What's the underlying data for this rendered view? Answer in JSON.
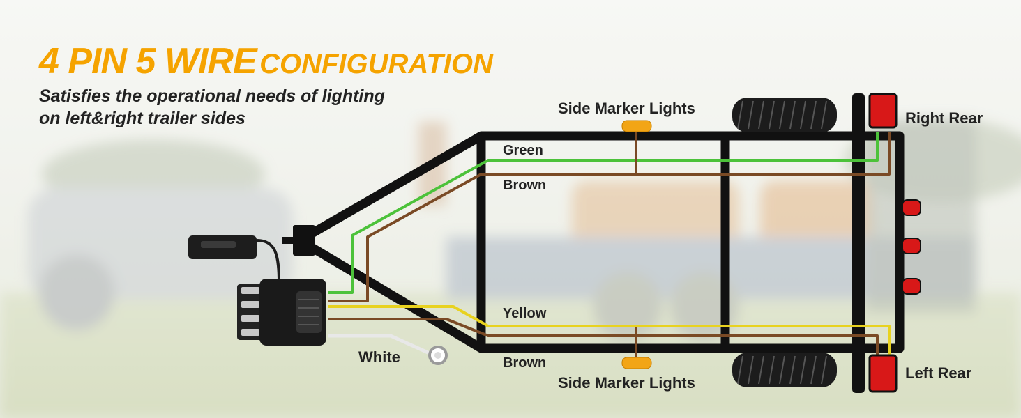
{
  "title": {
    "part1": "4 PIN 5 WIRE",
    "part2": "CONFIGURATION"
  },
  "subtitle": {
    "line1": "Satisfies the operational needs of lighting",
    "line2": "on left&right trailer sides"
  },
  "labels": {
    "side_marker_top": "Side Marker Lights",
    "side_marker_bottom": "Side Marker Lights",
    "right_rear": "Right Rear",
    "left_rear": "Left Rear",
    "green": "Green",
    "brown_top": "Brown",
    "yellow": "Yellow",
    "brown_bottom": "Brown",
    "white": "White"
  },
  "colors": {
    "accent": "#f5a300",
    "frame": "#111111",
    "green_wire": "#4cc23a",
    "brown_wire": "#7a4a25",
    "yellow_wire": "#e8d21f",
    "white_wire": "#e8e8e8",
    "tail_light": "#d81818",
    "marker_light": "#f2a516"
  }
}
